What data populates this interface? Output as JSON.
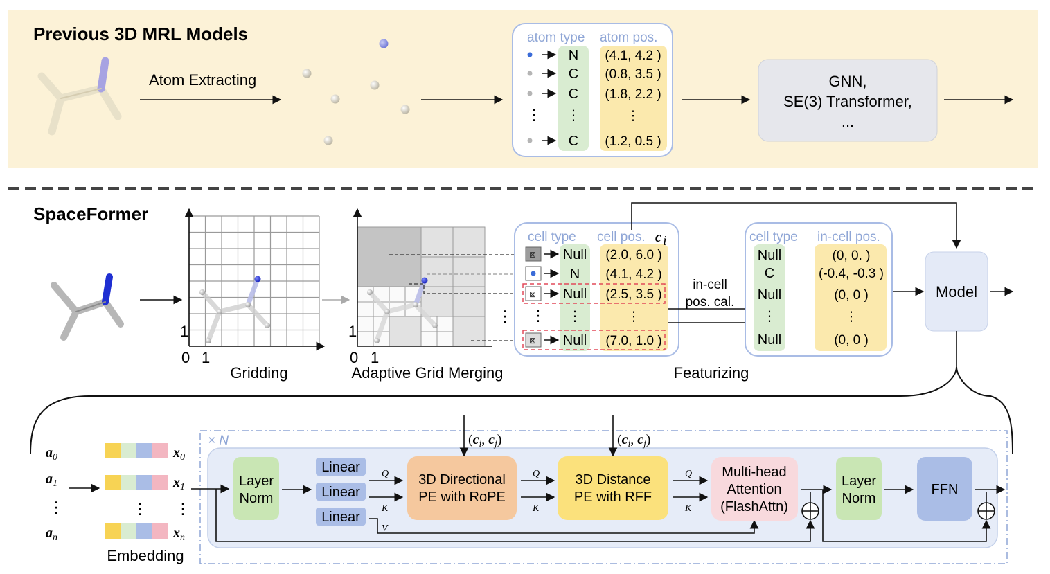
{
  "top_section": {
    "title": "Previous 3D MRL Models",
    "arrow_label": "Atom Extracting",
    "table_headers": [
      "atom type",
      "atom pos."
    ],
    "rows": [
      {
        "dot": "blue",
        "type": "N",
        "pos": "(4.1, 4.2 )"
      },
      {
        "dot": "gray",
        "type": "C",
        "pos": "(0.8, 3.5 )"
      },
      {
        "dot": "gray",
        "type": "C",
        "pos": "(1.8, 2.2 )"
      },
      {
        "dot": "",
        "type": "⋮",
        "pos": "⋮"
      },
      {
        "dot": "gray",
        "type": "C",
        "pos": "(1.2, 0.5 )"
      }
    ],
    "model_box_lines": [
      "GNN,",
      "SE(3) Transformer,",
      "..."
    ]
  },
  "bottom_section": {
    "title": "SpaceFormer",
    "gridding_label": "Gridding",
    "merging_label": "Adaptive Grid Merging",
    "featurizing_label": "Featurizing",
    "axis_zero": "0",
    "axis_one": "1",
    "cell_headers": [
      "cell type",
      "cell pos."
    ],
    "cell_pos_var": "c",
    "cell_pos_sub": "i",
    "cell_rows": [
      {
        "type": "Null",
        "pos": "(2.0, 6.0 )"
      },
      {
        "type": "N",
        "pos": "(4.1, 4.2 )"
      },
      {
        "type": "Null",
        "pos": "(2.5, 3.5 )"
      },
      {
        "type": "⋮",
        "pos": "⋮"
      },
      {
        "type": "Null",
        "pos": "(7.0, 1.0 )"
      }
    ],
    "incell_arrow_label": [
      "in-cell",
      "pos. cal."
    ],
    "incell_headers": [
      "cell type",
      "in-cell pos."
    ],
    "incell_rows": [
      {
        "type": "Null",
        "pos": "(0, 0. )"
      },
      {
        "type": "C",
        "pos": "(-0.4, -0.3 )"
      },
      {
        "type": "Null",
        "pos": "(0, 0 )"
      },
      {
        "type": "⋮",
        "pos": "⋮"
      },
      {
        "type": "Null",
        "pos": "(0, 0 )"
      }
    ],
    "model_label": "Model"
  },
  "transformer": {
    "repeat_label": "× N",
    "inputs": [
      "a0",
      "a1",
      "⋮",
      "an"
    ],
    "outputs": [
      "x0",
      "x1",
      "⋮",
      "xn"
    ],
    "embedding_label": "Embedding",
    "embedding_colors": [
      "#f7d354",
      "#d9ecd1",
      "#aabde6",
      "#f3b6c1"
    ],
    "layer_norm_label": [
      "Layer",
      "Norm"
    ],
    "linear_labels": [
      "Linear",
      "Linear",
      "Linear"
    ],
    "rope_label": [
      "3D Directional",
      "PE with RoPE"
    ],
    "rff_label": [
      "3D Distance",
      "PE with RFF"
    ],
    "attn_label": [
      "Multi-head",
      "Attention",
      "(FlashAttn)"
    ],
    "ffn_label": "FFN",
    "pair_label": "(ci, cj)",
    "q_label": "Q",
    "k_label": "K",
    "v_label": "V"
  },
  "colors": {
    "top_bg": "#fcf2d7",
    "table_border": "#a9bce5",
    "green_fill": "#d9ecd1",
    "yellow_fill": "#fbe9ad",
    "gray_box": "#e6e7ec",
    "model_fill": "#e4eaf7",
    "block_bg": "#e6ecf8",
    "rope_fill": "#f5c89e",
    "rff_fill": "#fbe17c",
    "attn_fill": "#f8d9dd",
    "ln_fill": "#c9e6b4",
    "ffn_fill": "#aabde6",
    "linear_fill": "#aabde6",
    "red_dash": "#e24a5a",
    "atom_blue": "#1f2fd2"
  }
}
